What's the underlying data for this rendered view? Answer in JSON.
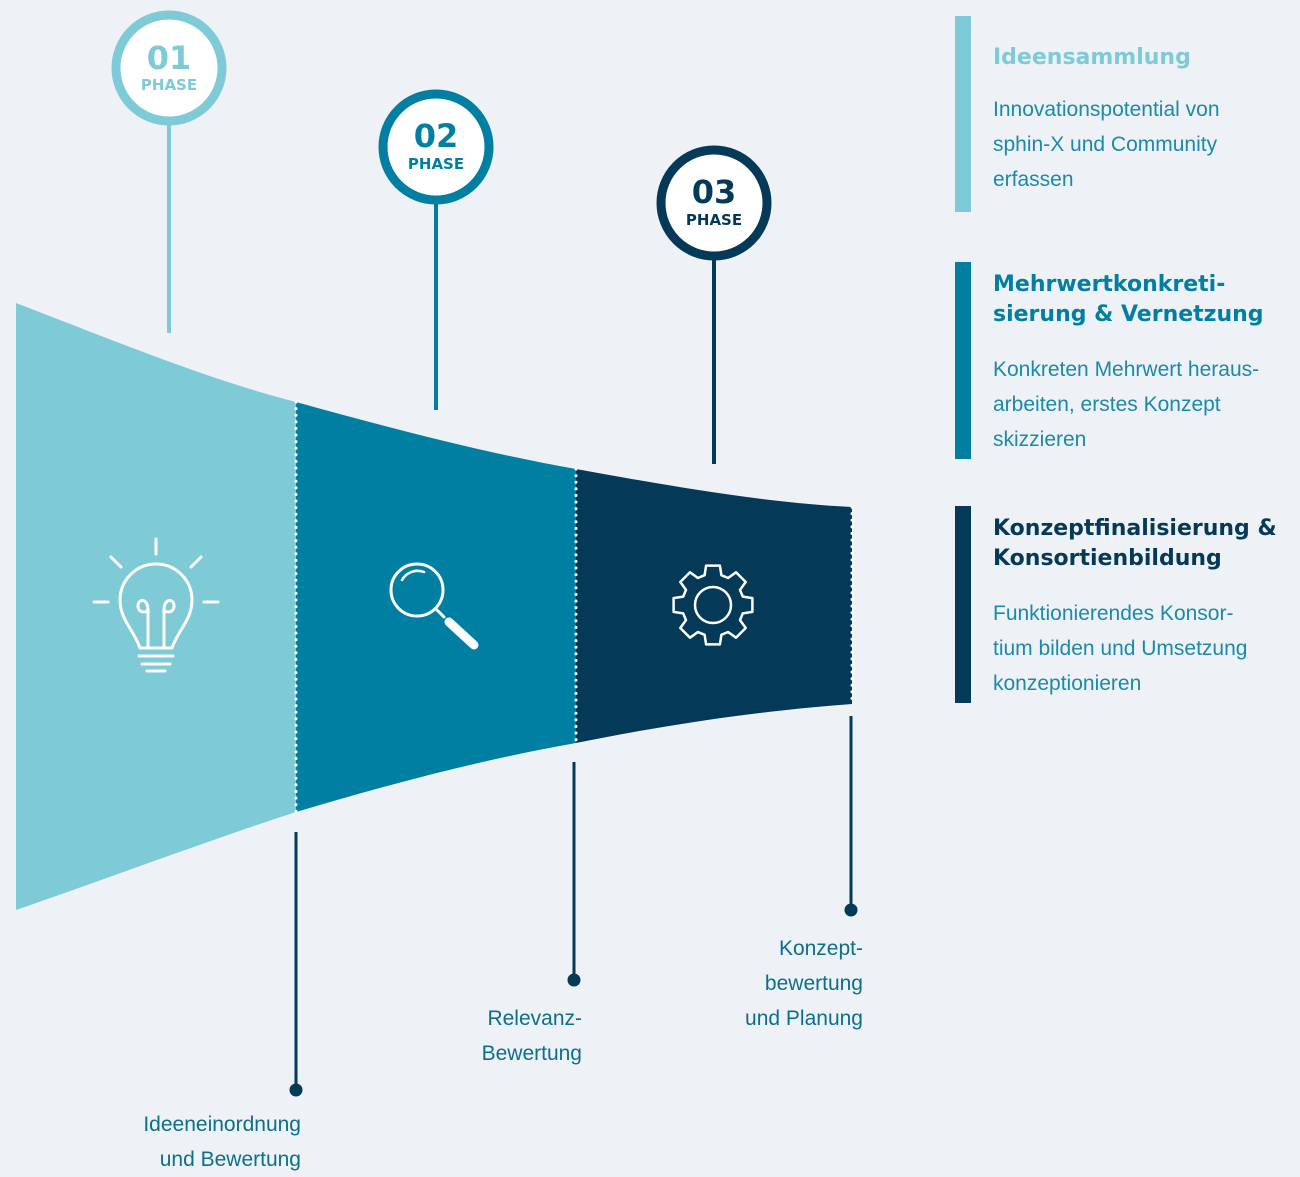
{
  "colors": {
    "phase1": "#7ecad6",
    "phase2": "#007fa3",
    "phase3": "#043a57",
    "background": "#eef2f7",
    "text_teal": "#0b6f8c"
  },
  "phases": [
    {
      "number": "01",
      "label": "PHASE",
      "icon": "lightbulb-icon"
    },
    {
      "number": "02",
      "label": "PHASE",
      "icon": "magnifier-icon"
    },
    {
      "number": "03",
      "label": "PHASE",
      "icon": "gear-icon"
    }
  ],
  "gates": [
    "Ideeneinordnung\nund Bewertung",
    "Relevanz-\nBewertung",
    "Konzept-\nbewertung\nund Planung"
  ],
  "legend": [
    {
      "title": "Ideensammlung",
      "description": "Innovationspotential von\nsphin-X und Community\nerfassen"
    },
    {
      "title": "Mehrwertkonkreti-\nsierung & Vernetzung",
      "description": "Konkreten Mehrwert heraus-\narbeiten, erstes Konzept\nskizzieren"
    },
    {
      "title": "Konzeptfinalisierung &\nKonsortienbildung",
      "description": "Funktionierendes Konsor-\ntium bilden und Umsetzung\nkonzeptionieren"
    }
  ]
}
